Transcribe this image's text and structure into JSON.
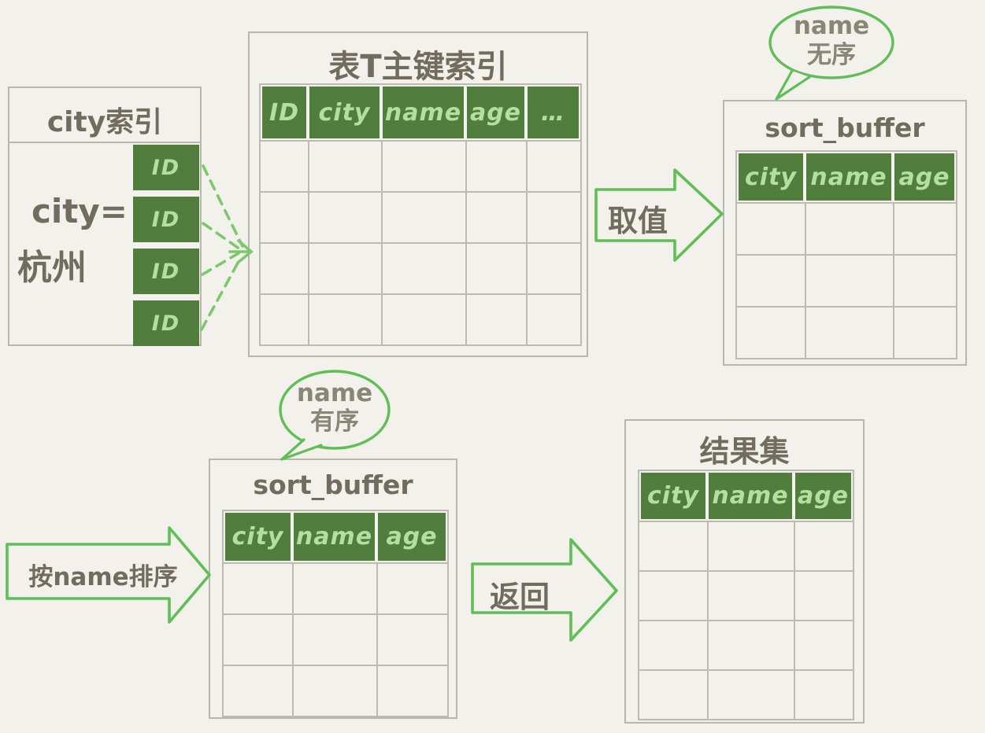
{
  "colors": {
    "background": "#f2f1ec",
    "panel_border": "#b9b6ad",
    "header_green": "#527e3d",
    "header_text_green": "#b5dfa0",
    "ink": "#716c5e",
    "accent_green": "#5fbe55"
  },
  "city_index": {
    "title": "city索引",
    "condition_line1": "city=",
    "condition_line2": "杭州",
    "ids": [
      "ID",
      "ID",
      "ID",
      "ID"
    ]
  },
  "primary_index": {
    "title": "表T主键索引",
    "columns": [
      "ID",
      "city",
      "name",
      "age",
      "…"
    ],
    "empty_rows": 4
  },
  "sort_buffer_top": {
    "title": "sort_buffer",
    "columns": [
      "city",
      "name",
      "age"
    ],
    "empty_rows": 3,
    "bubble_line1": "name",
    "bubble_line2": "无序"
  },
  "sort_buffer_bottom": {
    "title": "sort_buffer",
    "columns": [
      "city",
      "name",
      "age"
    ],
    "empty_rows": 3,
    "bubble_line1": "name",
    "bubble_line2": "有序"
  },
  "result_set": {
    "title": "结果集",
    "columns": [
      "city",
      "name",
      "age"
    ],
    "empty_rows": 4
  },
  "arrows": {
    "fetch_label": "取值",
    "sort_label": "按name排序",
    "return_label": "返回"
  }
}
